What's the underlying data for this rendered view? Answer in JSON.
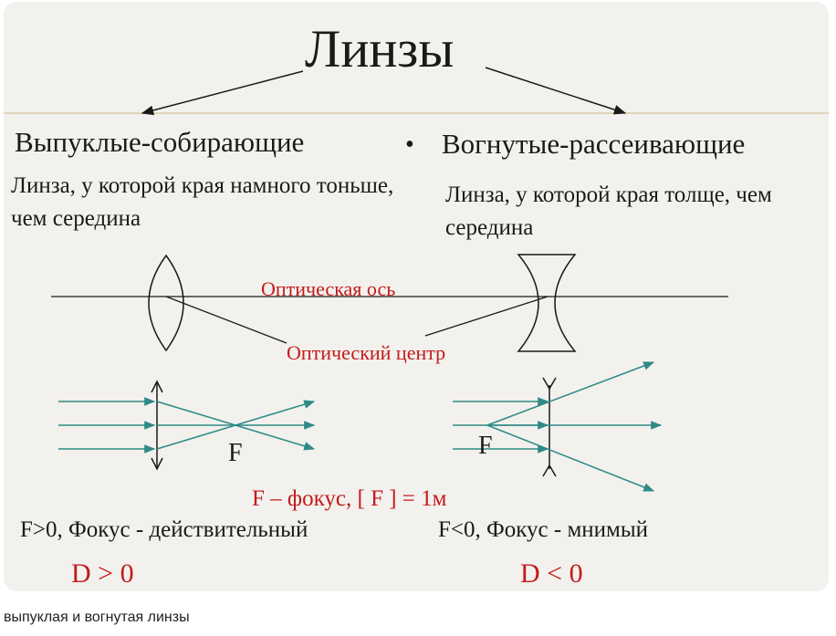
{
  "title": "Линзы",
  "convex": {
    "heading": "Выпуклые-собирающие",
    "description": "Линза, у которой края намного тоньше, чем середина",
    "focus_label": "F",
    "focus_sign": "F>0, Фокус - действительный",
    "optical_power": "D > 0"
  },
  "concave": {
    "bullet": "•",
    "heading": "Вогнутые-рассеивающие",
    "description": "Линза, у которой края толще, чем середина",
    "focus_label": "F",
    "focus_sign": "F<0, Фокус - мнимый",
    "optical_power": "D < 0"
  },
  "labels": {
    "optical_axis": "Оптическая ось",
    "optical_center": "Оптический центр",
    "focus_definition": "F – фокус, [ F ] = 1м"
  },
  "caption": "выпуклая и вогнутая линзы",
  "colors": {
    "background": "#f2f1ed",
    "accent_red": "#c41a1a",
    "ray": "#2f8a86",
    "line": "#1a1a1a",
    "divider": "#d9c49a"
  }
}
